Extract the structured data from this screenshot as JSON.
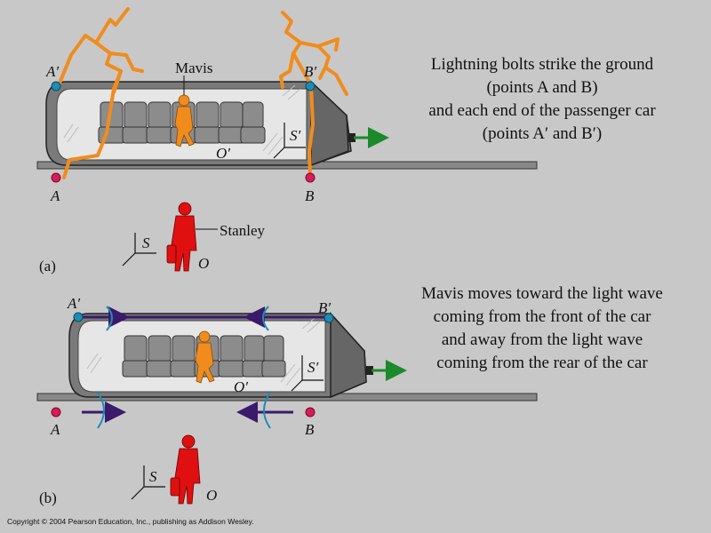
{
  "panel_a": {
    "label": "(a)",
    "caption_lines": [
      "Lightning bolts strike the ground",
      "(points A and B)",
      "and each end of the passenger car",
      "(points A′ and B′)"
    ],
    "labels": {
      "a_prime": "A′",
      "b_prime": "B′",
      "a": "A",
      "b": "B",
      "mavis": "Mavis",
      "o_prime": "O′",
      "s_prime": "S′",
      "stanley": "Stanley",
      "s": "S",
      "o": "O"
    }
  },
  "panel_b": {
    "label": "(b)",
    "caption_lines": [
      "Mavis moves toward the light wave",
      "coming from the front of the car",
      "and away from the light wave",
      "coming from the rear of the car"
    ],
    "labels": {
      "a_prime": "A′",
      "b_prime": "B′",
      "a": "A",
      "b": "B",
      "o_prime": "O′",
      "s_prime": "S′",
      "s": "S",
      "o": "O"
    }
  },
  "copyright": "Copyright © 2004 Pearson Education, Inc., publishing as Addison Wesley.",
  "colors": {
    "background": "#c8c8c8",
    "lightning": "#f08c1e",
    "mavis": "#f08c1e",
    "stanley": "#e01010",
    "point_ground": "#d81c5a",
    "point_car": "#1e8cb4",
    "arrow_motion": "#1a8a2a",
    "light_arrow": "#3a1a6a",
    "wavefront": "#1e8cb4"
  }
}
